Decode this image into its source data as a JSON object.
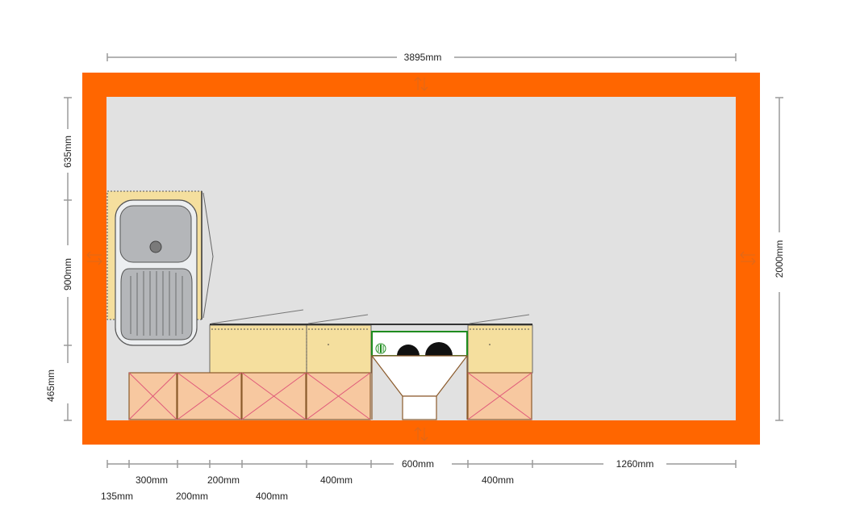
{
  "dimensions": {
    "top_total": "3895mm",
    "right_height": "2000mm",
    "left_top": "635mm",
    "left_middle": "900mm",
    "left_bottom": "465mm",
    "bottom": {
      "d300": "300mm",
      "d200a": "200mm",
      "d400a": "400mm",
      "d600": "600mm",
      "d400b": "400mm",
      "d1260": "1260mm",
      "d135": "135mm",
      "d200b": "200mm",
      "d400c": "400mm"
    }
  },
  "colors": {
    "wall": "#ff6600",
    "floor": "#e1e1e1",
    "countertop": "#f5df9e",
    "cabinet": "#f7c8a0",
    "cabinet_cross": "#e05a7a",
    "sink": "#b4b6b9",
    "hob_outline": "#1e8c1e",
    "dim_line": "#9a9a9a"
  }
}
